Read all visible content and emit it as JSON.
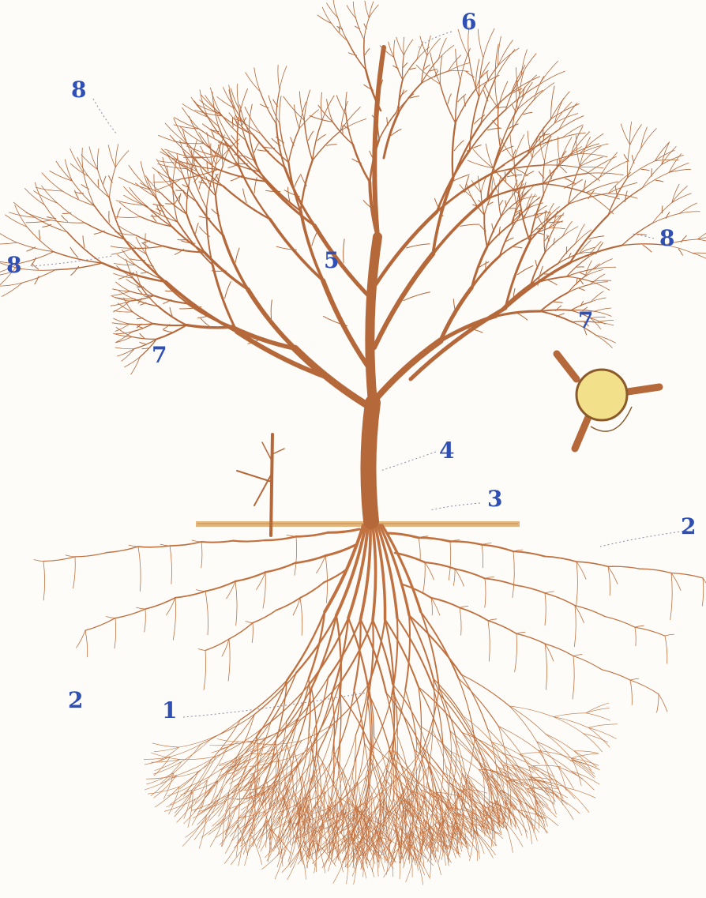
{
  "colors": {
    "bark": "#b5683a",
    "bark_dark": "#9a5329",
    "root": "#c0713f",
    "ground": "#e6b57c",
    "cross_section_fill": "#f2e08a",
    "cross_section_edge": "#8a5a2a",
    "label": "#2f4fb5",
    "background": "#fdfcf9"
  },
  "labels": {
    "n1": "1",
    "n2_left": "2",
    "n2_right": "2",
    "n3": "3",
    "n4": "4",
    "n5": "5",
    "n6": "6",
    "n7_left": "7",
    "n7_right": "7",
    "n8_top": "8",
    "n8_left": "8",
    "n8_right": "8"
  }
}
